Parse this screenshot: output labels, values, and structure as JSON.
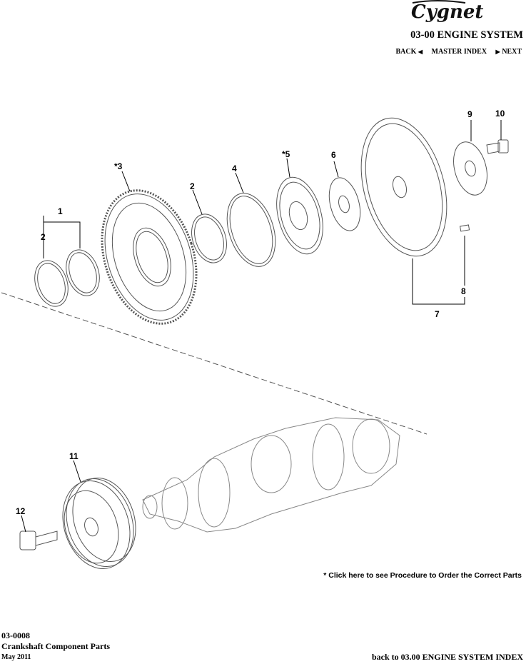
{
  "header": {
    "logo_text": "Cygnet",
    "system_title": "03-00 ENGINE SYSTEM",
    "nav": {
      "back_label": "BACK",
      "back_arrow": "◀",
      "master_index_label": "MASTER INDEX",
      "next_arrow": "▶",
      "next_label": "NEXT"
    }
  },
  "diagram": {
    "callouts": [
      "1",
      "2",
      "*3",
      "2",
      "4",
      "*5",
      "6",
      "7",
      "8",
      "9",
      "10",
      "11",
      "12"
    ]
  },
  "footer": {
    "procedure_link": "* Click here to see Procedure to Order the Correct Parts",
    "doc_number": "03-0008",
    "doc_title": "Crankshaft Component Parts",
    "doc_date": "May 2011",
    "back_to_index": "back to 03.00 ENGINE SYSTEM INDEX"
  }
}
